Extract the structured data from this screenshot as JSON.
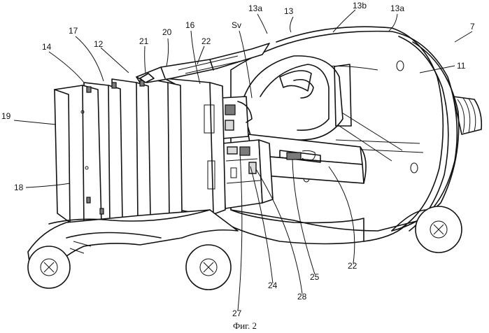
{
  "figure": {
    "caption": "Фиг. 2",
    "labels": {
      "l7": "7",
      "l11": "11",
      "l12": "12",
      "l13": "13",
      "l13a_left": "13a",
      "l13b": "13b",
      "l13a_right": "13a",
      "l14": "14",
      "l16": "16",
      "l17": "17",
      "l18": "18",
      "l19": "19",
      "l20": "20",
      "l21": "21",
      "l22_top": "22",
      "l22_bottom": "22",
      "l24": "24",
      "l25": "25",
      "l27": "27",
      "l28": "28",
      "lsv": "Sv"
    }
  }
}
